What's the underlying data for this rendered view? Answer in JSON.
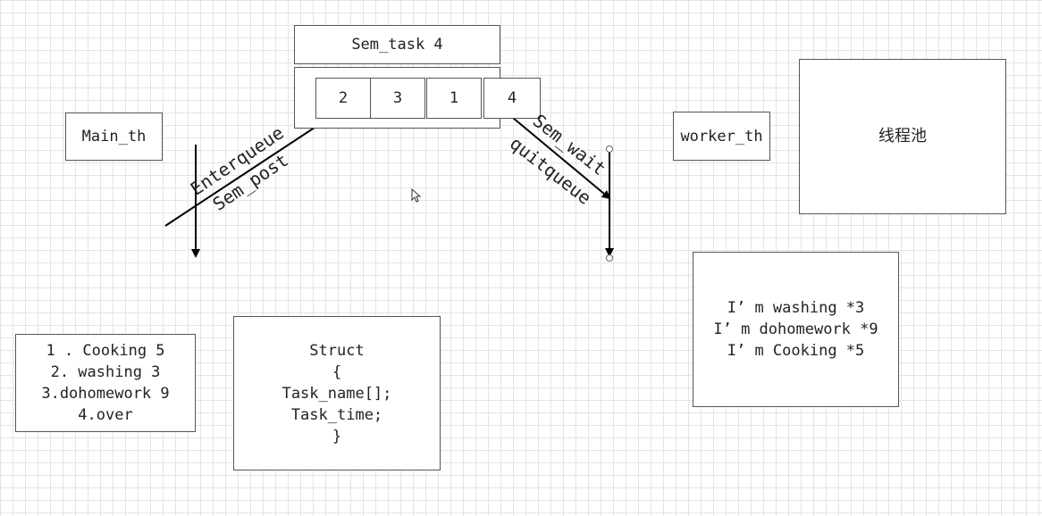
{
  "sem_task": {
    "label": "Sem_task 4"
  },
  "queue": {
    "cells": [
      "2",
      "3",
      "1",
      "4"
    ]
  },
  "main_thread": {
    "label": "Main_th"
  },
  "worker_thread": {
    "label": "worker_th"
  },
  "thread_pool": {
    "label": "线程池"
  },
  "left_arrow": {
    "line1": "Enterqueue",
    "line2": "Sem_post"
  },
  "right_arrow": {
    "line1": "Sem_wait",
    "line2": "quitqueue"
  },
  "task_list": {
    "lines": [
      "1 . Cooking 5",
      "2. washing 3",
      "3.dohomework 9",
      "4.over"
    ]
  },
  "struct_def": {
    "lines": [
      "Struct",
      "{",
      "Task_name[];",
      "Task_time;",
      "}"
    ]
  },
  "output_log": {
    "lines": [
      "I’ m washing *3",
      "I’ m dohomework *9",
      "I’ m Cooking *5"
    ]
  }
}
